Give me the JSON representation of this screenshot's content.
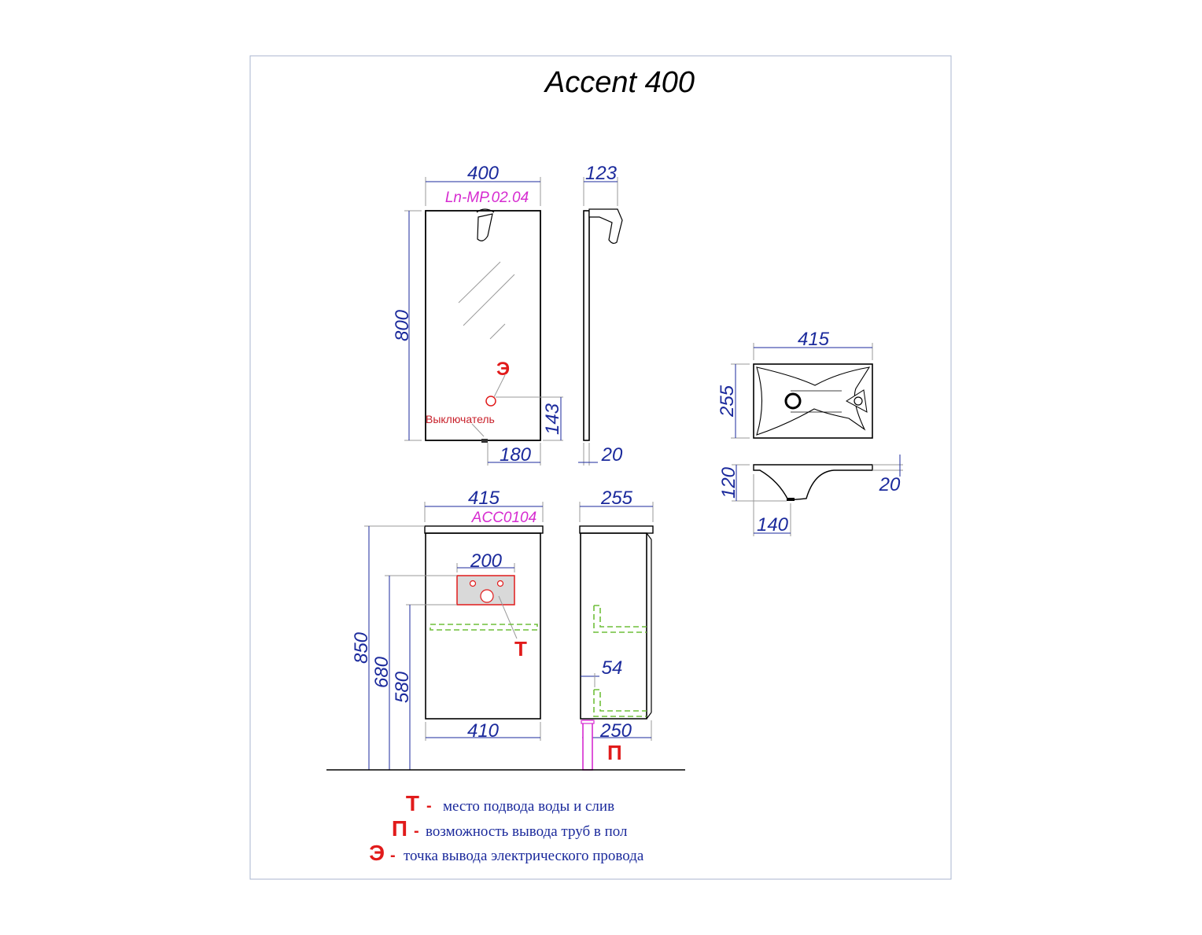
{
  "title": "Accent 400",
  "models": {
    "mirror": "Ln-MP.02.04",
    "cabinet": "ACC0104"
  },
  "mirror_front": {
    "width": "400",
    "height": "800",
    "switch_height": "143",
    "switch_offset": "180",
    "switch_label": "Выключатель",
    "marker": "Э"
  },
  "mirror_side": {
    "depth": "123",
    "thickness": "20"
  },
  "basin_top": {
    "width": "415",
    "depth": "255"
  },
  "basin_side": {
    "height": "120",
    "rim": "20",
    "drain_offset": "140"
  },
  "cabinet_front": {
    "top_width": "415",
    "bottom_width": "410",
    "total_height": "850",
    "pipe_zone_height": "680",
    "shelf_height": "580",
    "pipe_zone_width": "200",
    "marker": "Т"
  },
  "cabinet_side": {
    "top_depth": "255",
    "bottom_depth": "250",
    "offset": "54",
    "marker": "П"
  },
  "legend": [
    {
      "symbol": "Т",
      "sep": "-",
      "text": "место подвода воды и слив"
    },
    {
      "symbol": "П",
      "sep": "-",
      "text": "возможность вывода труб в пол"
    },
    {
      "symbol": "Э",
      "sep": "-",
      "text": "точка вывода электрического провода"
    }
  ],
  "colors": {
    "dimension": "#1b2a9c",
    "model": "#d62bd0",
    "marker": "#e11b1b",
    "pipe_hint": "#6fbf3a",
    "frame": "#a9b6cf"
  }
}
